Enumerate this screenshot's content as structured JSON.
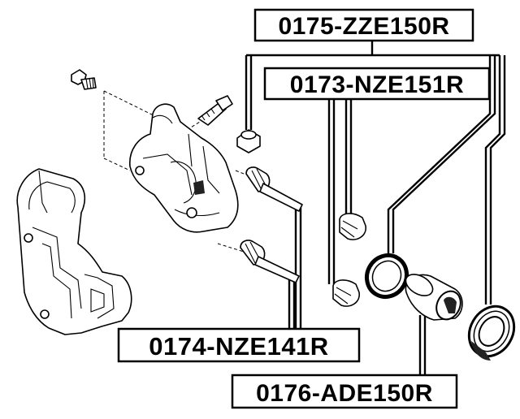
{
  "diagram": {
    "labels": {
      "caliper_kit": "0175-ZZE150R",
      "guide_boot": "0173-NZE151R",
      "guide_pin": "0174-NZE141R",
      "piston_kit": "0176-ADE150R"
    }
  }
}
